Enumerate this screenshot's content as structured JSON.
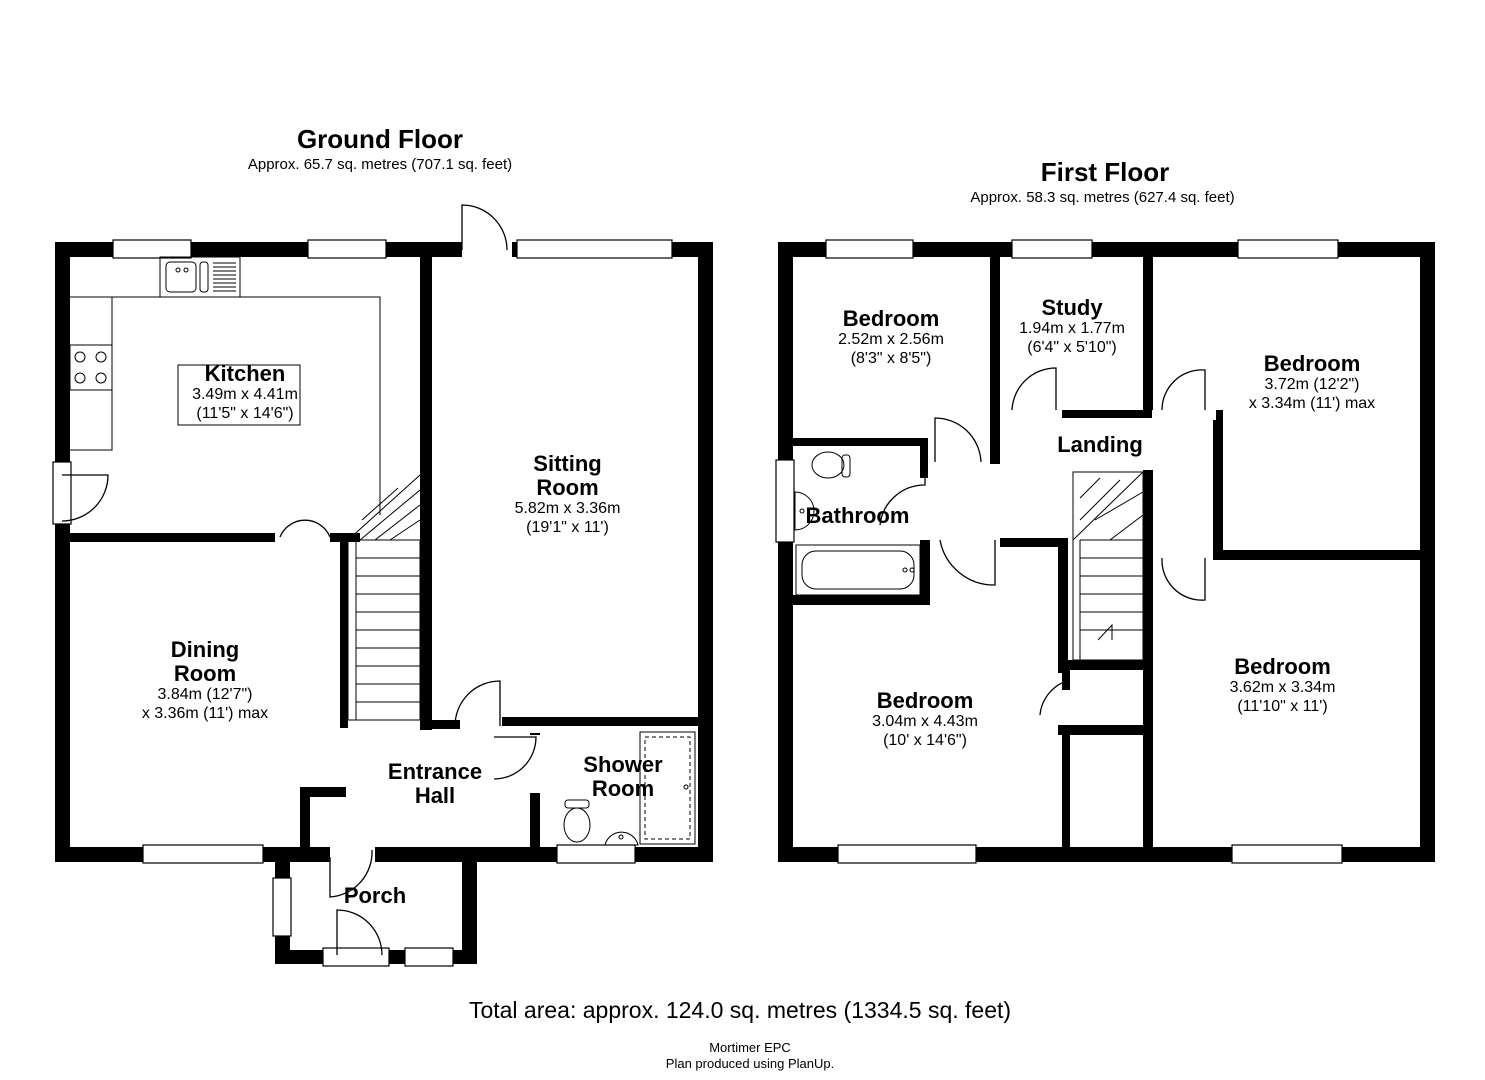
{
  "ground_floor": {
    "title": "Ground Floor",
    "area": "Approx. 65.7 sq. metres (707.1 sq. feet)",
    "rooms": {
      "kitchen": {
        "name": "Kitchen",
        "dim1": "3.49m x 4.41m",
        "dim2": "(11'5\" x 14'6\")"
      },
      "sitting": {
        "name1": "Sitting",
        "name2": "Room",
        "dim1": "5.82m x 3.36m",
        "dim2": "(19'1\" x 11')"
      },
      "dining": {
        "name1": "Dining",
        "name2": "Room",
        "dim1": "3.84m (12'7\")",
        "dim2": "x 3.36m (11') max"
      },
      "entrance": {
        "name1": "Entrance",
        "name2": "Hall"
      },
      "shower": {
        "name1": "Shower",
        "name2": "Room"
      },
      "porch": {
        "name": "Porch"
      }
    }
  },
  "first_floor": {
    "title": "First Floor",
    "area": "Approx. 58.3 sq. metres (627.4 sq. feet)",
    "rooms": {
      "bedroom_tl": {
        "name": "Bedroom",
        "dim1": "2.52m x 2.56m",
        "dim2": "(8'3\" x 8'5\")"
      },
      "study": {
        "name": "Study",
        "dim1": "1.94m x 1.77m",
        "dim2": "(6'4\" x 5'10\")"
      },
      "bedroom_tr": {
        "name": "Bedroom",
        "dim1": "3.72m (12'2\")",
        "dim2": "x 3.34m (11') max"
      },
      "landing": {
        "name": "Landing"
      },
      "bathroom": {
        "name": "Bathroom"
      },
      "bedroom_bl": {
        "name": "Bedroom",
        "dim1": "3.04m x 4.43m",
        "dim2": "(10' x 14'6\")"
      },
      "bedroom_br": {
        "name": "Bedroom",
        "dim1": "3.62m x 3.34m",
        "dim2": "(11'10\" x 11')"
      }
    }
  },
  "footer": {
    "total": "Total area: approx. 124.0 sq. metres (1334.5 sq. feet)",
    "agent": "Mortimer EPC",
    "produced": "Plan produced using PlanUp."
  }
}
